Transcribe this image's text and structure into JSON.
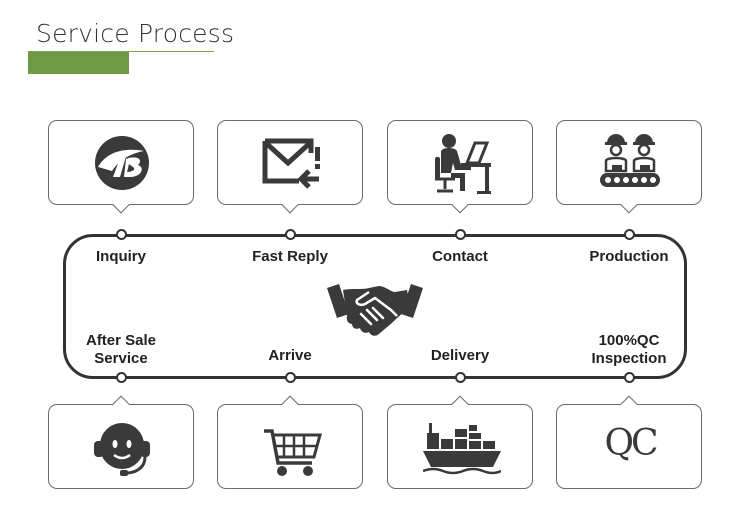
{
  "header": {
    "title": "Service Process"
  },
  "steps_top": [
    {
      "label": "Inquiry",
      "icon": "brand-logo-icon"
    },
    {
      "label": "Fast Reply",
      "icon": "mail-reply-icon"
    },
    {
      "label": "Contact",
      "icon": "person-at-computer-icon"
    },
    {
      "label": "Production",
      "icon": "factory-workers-conveyor-icon"
    }
  ],
  "steps_bottom": [
    {
      "label": "After Sale Service",
      "icon": "headset-support-icon"
    },
    {
      "label": "Arrive",
      "icon": "shopping-cart-icon"
    },
    {
      "label": "Delivery",
      "icon": "cargo-ship-icon"
    },
    {
      "label": "100%QC Inspection",
      "icon": "qc-icon"
    }
  ],
  "qc_icon_text": "QC",
  "center_icon": "handshake-icon",
  "colors": {
    "accent": "#6f9a46",
    "line": "#333333",
    "border": "#6a6a6a"
  }
}
